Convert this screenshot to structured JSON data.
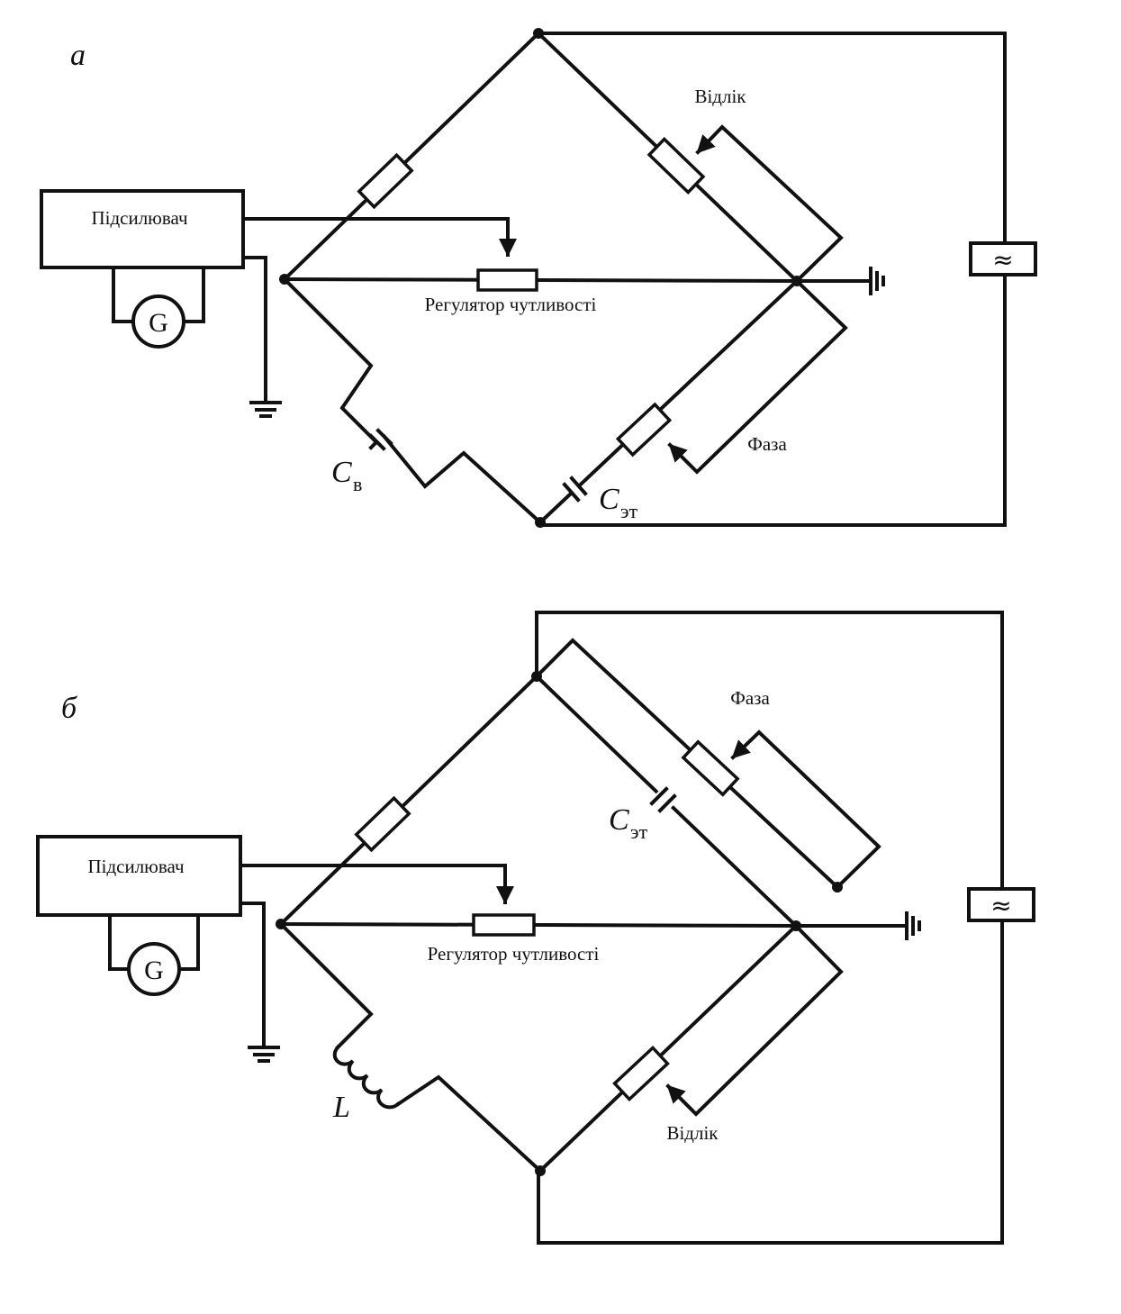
{
  "diagram_a": {
    "label": "а",
    "amplifier": "Підсилювач",
    "generator": "G",
    "reading": "Відлік",
    "sensitivity": "Регулятор чутливості",
    "phase": "Фаза",
    "cap_b": "C",
    "cap_b_sub": "в",
    "cap_et": "C",
    "cap_et_sub": "эт",
    "source": "≈"
  },
  "diagram_b": {
    "label": "б",
    "amplifier": "Підсилювач",
    "generator": "G",
    "phase": "Фаза",
    "cap_et": "C",
    "cap_et_sub": "эт",
    "sensitivity": "Регулятор чутливості",
    "inductor": "L",
    "reading": "Відлік",
    "source": "≈"
  }
}
